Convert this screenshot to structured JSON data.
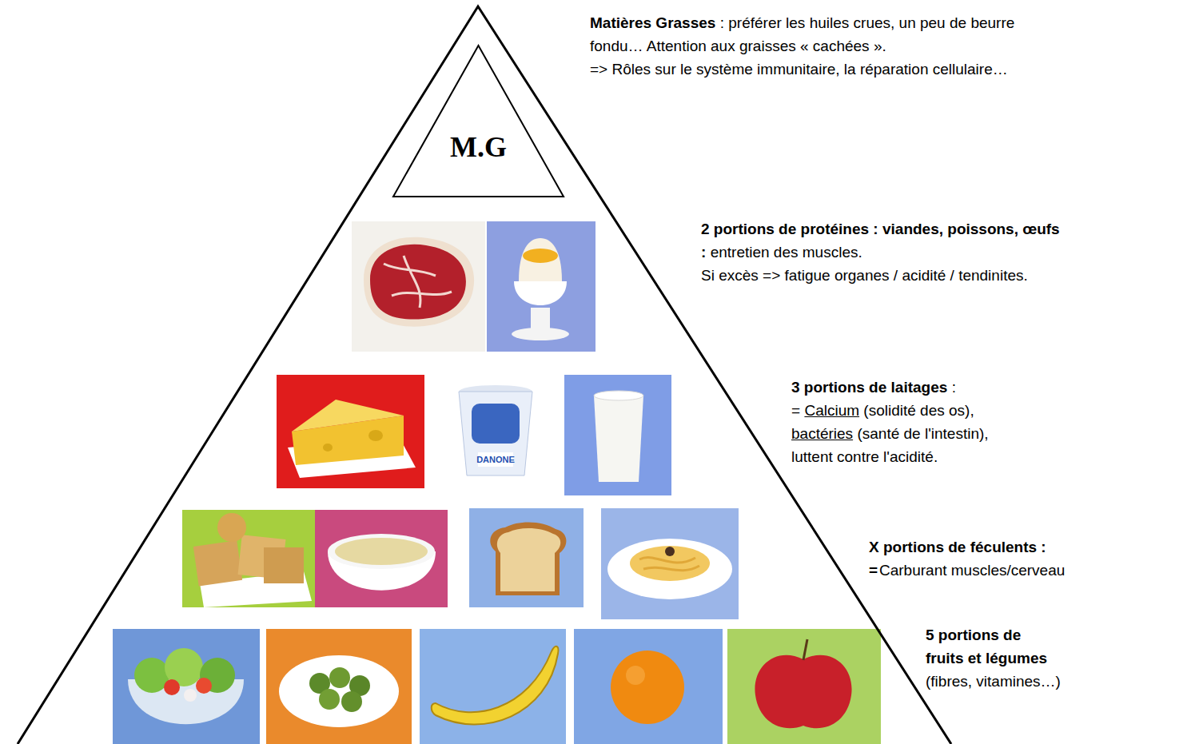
{
  "diagram": {
    "nodes": [
      {
        "text": [
          "M.G"
        ]
      }
    ],
    "labels": [
      "Matières Grasses",
      ": préférer les huiles crues, un peu de beurre fondu… Attention aux graisses « cachées ».",
      "=> Rôles sur le système immunitaire, la réparation cellulaire…",
      "2 portions de protéines : viandes, poissons, œufs :",
      "entretien des muscles.",
      "Si excès => fatigue organes / acidité / tendinites.",
      "3 portions de laitages",
      ":",
      "=",
      "Calcium",
      "(solidité des os),",
      "bactéries",
      "(santé de l'intestin),",
      "luttent contre l'acidité.",
      "X portions de féculents :",
      "=",
      "Carburant muscles/cerveau",
      "5 portions de fruits et légumes",
      "(fibres, vitamines…)",
      "DANONE"
    ]
  }
}
